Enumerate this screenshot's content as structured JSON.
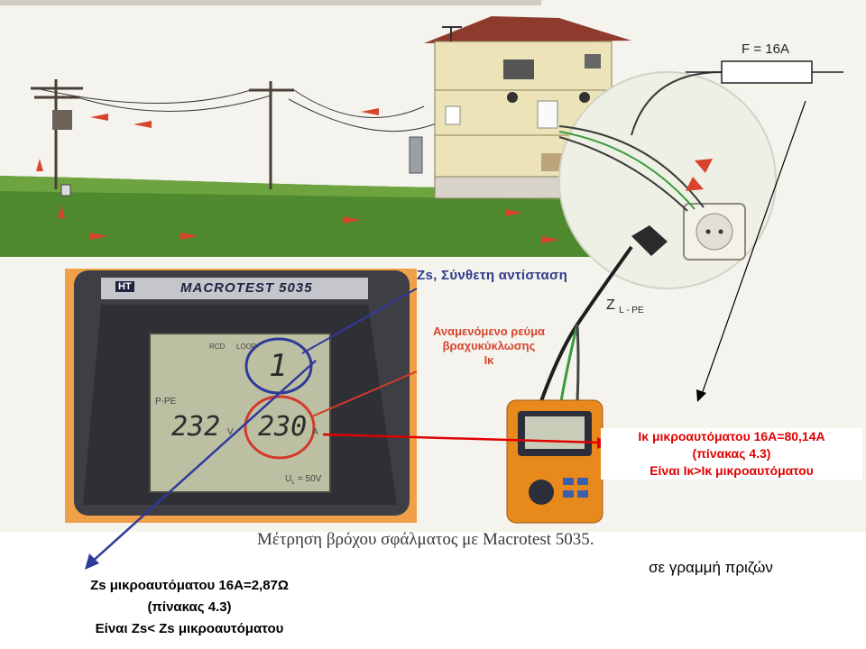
{
  "labels": {
    "zs_title": "Zs, Σύνθετη αντίσταση",
    "ik_line1": "Αναμενόμενο ρεύμα",
    "ik_line2": "βραχυκύκλωσης",
    "ik_line3": "Ικ",
    "zlpe_main": "Z",
    "zlpe_sub": "L - PE",
    "fuse": "F = 16A",
    "caption": "Μέτρηση βρόχου σφάλματος με Macrotest 5035."
  },
  "meter": {
    "logo": "HT",
    "brand": "MACROTEST 5035",
    "rcd": "RCD",
    "loop": "LOOP",
    "mode": "P-PE",
    "reading_left": "232",
    "reading_right": "230",
    "zs_reading": "1",
    "unit_v": "V",
    "unit_a": "A",
    "ul": "U",
    "ul_sub": "L",
    "ul_value": "= 50V"
  },
  "notes": {
    "red": [
      "Ικ μικροαυτόματου 16Α=80,14Α",
      "(πίνακας 4.3)",
      "Είναι Ικ>Ικ μικροαυτόματου"
    ],
    "black": [
      "Zs μικροαυτόματου 16Α=2,87Ω",
      "(πίνακας 4.3)",
      "Είναι Zs< Zs μικροαυτόματου"
    ],
    "line": "σε γραμμή πριζών"
  },
  "colors": {
    "sky": "#f4f3ee",
    "grass": "#4f8a2f",
    "house_wall": "#ece3b8",
    "roof": "#8e3b2e",
    "meter_body": "#e8891c",
    "red_text": "#e00000",
    "blue_arrow": "#2f3a9a",
    "red_circle": "#d23a2a"
  }
}
